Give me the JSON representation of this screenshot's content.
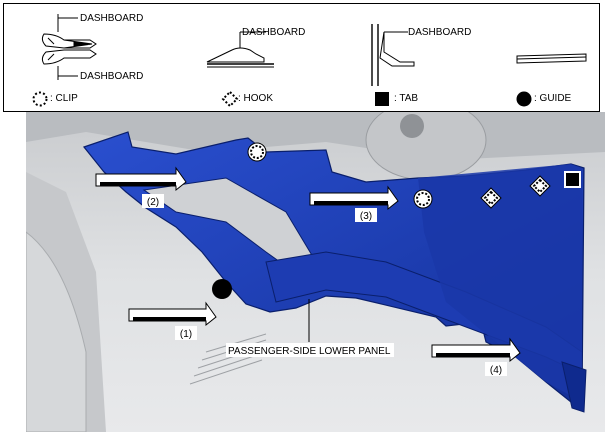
{
  "legend": {
    "dashboard_label": "DASHBOARD",
    "clip_label": ": CLIP",
    "hook_label": ": HOOK",
    "tab_label": ": TAB",
    "guide_label": ": GUIDE"
  },
  "diagram": {
    "step_1": "(1)",
    "step_2": "(2)",
    "step_3": "(3)",
    "step_4": "(4)",
    "part_label": "PASSENGER-SIDE LOWER PANEL"
  },
  "colors": {
    "panel_blue": "#1b3fb8",
    "panel_dark": "#0e2a8a",
    "background_gray": "#d4d6d8",
    "outline": "#000000"
  },
  "icons": [
    "clip-icon",
    "hook-icon",
    "tab-icon",
    "guide-icon"
  ]
}
